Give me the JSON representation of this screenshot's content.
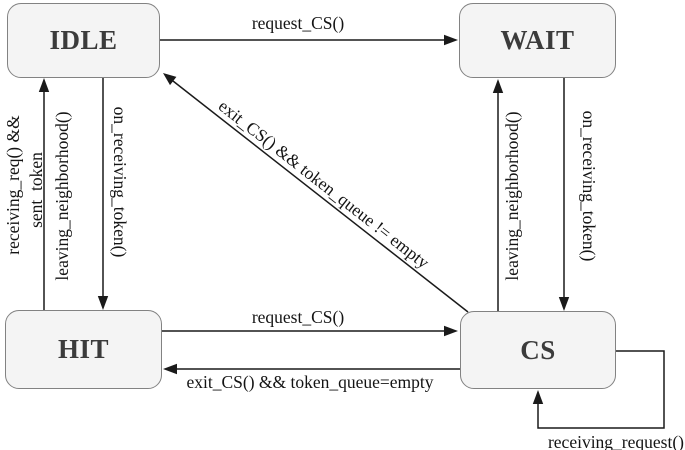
{
  "diagram": {
    "type": "state-machine"
  },
  "states": {
    "idle": {
      "label": "IDLE"
    },
    "wait": {
      "label": "WAIT"
    },
    "hit": {
      "label": "HIT"
    },
    "cs": {
      "label": "CS"
    }
  },
  "transitions": {
    "idle_to_wait": {
      "from": "IDLE",
      "to": "WAIT",
      "label": "request_CS()"
    },
    "wait_to_cs": {
      "from": "WAIT",
      "to": "CS",
      "label": "on_receiving_token()"
    },
    "cs_to_wait": {
      "from": "CS",
      "to": "WAIT",
      "label": "leaving_neighborhood()"
    },
    "cs_to_idle": {
      "from": "CS",
      "to": "IDLE",
      "label": "exit_CS() && token_queue != empty"
    },
    "idle_to_hit": {
      "from": "IDLE",
      "to": "HIT",
      "label": "on_receiving_token()"
    },
    "hit_to_idle": {
      "from": "HIT",
      "to": "IDLE",
      "label_line1": "receiving_req() &&",
      "label_line2": "sent_token",
      "label_alt": "leaving_neighborhood()"
    },
    "hit_to_cs": {
      "from": "HIT",
      "to": "CS",
      "label": "request_CS()"
    },
    "cs_to_hit": {
      "from": "CS",
      "to": "HIT",
      "label": "exit_CS() && token_queue=empty"
    },
    "cs_self_loop": {
      "from": "CS",
      "to": "CS",
      "label": "receiving_request()"
    }
  },
  "colors": {
    "state_fill": "#f4f4f4",
    "state_border": "#828282",
    "state_text": "#3b3b3b",
    "edge": "#1a1a1a",
    "label_text": "#141414",
    "background": "#ffffff"
  }
}
